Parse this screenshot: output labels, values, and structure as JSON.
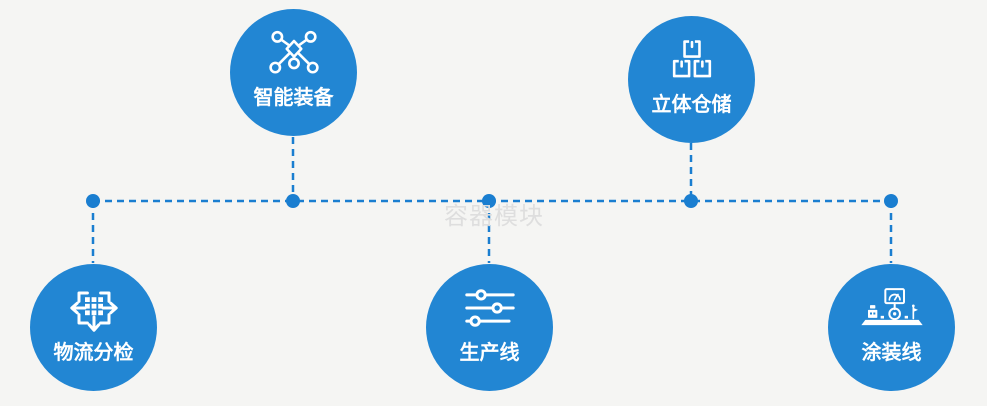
{
  "canvas": {
    "background_color": "#f5f5f3"
  },
  "theme": {
    "circle_color": "#2286d3",
    "connector_color": "#1a7ed0",
    "label_color": "#ffffff",
    "watermark_color": "#dedede"
  },
  "watermark": {
    "text": "容器模块"
  },
  "nodes": [
    {
      "id": "smart-equipment",
      "label": "智能装备",
      "icon": "network-nodes-icon",
      "row": "top"
    },
    {
      "id": "stereo-warehouse",
      "label": "立体仓储",
      "icon": "stacked-boxes-icon",
      "row": "top"
    },
    {
      "id": "logistics-sorting",
      "label": "物流分检",
      "icon": "move-arrows-icon",
      "row": "bottom"
    },
    {
      "id": "production-line",
      "label": "生产线",
      "icon": "sliders-icon",
      "row": "bottom"
    },
    {
      "id": "coating-line",
      "label": "涂装线",
      "icon": "control-machine-icon",
      "row": "bottom"
    }
  ]
}
